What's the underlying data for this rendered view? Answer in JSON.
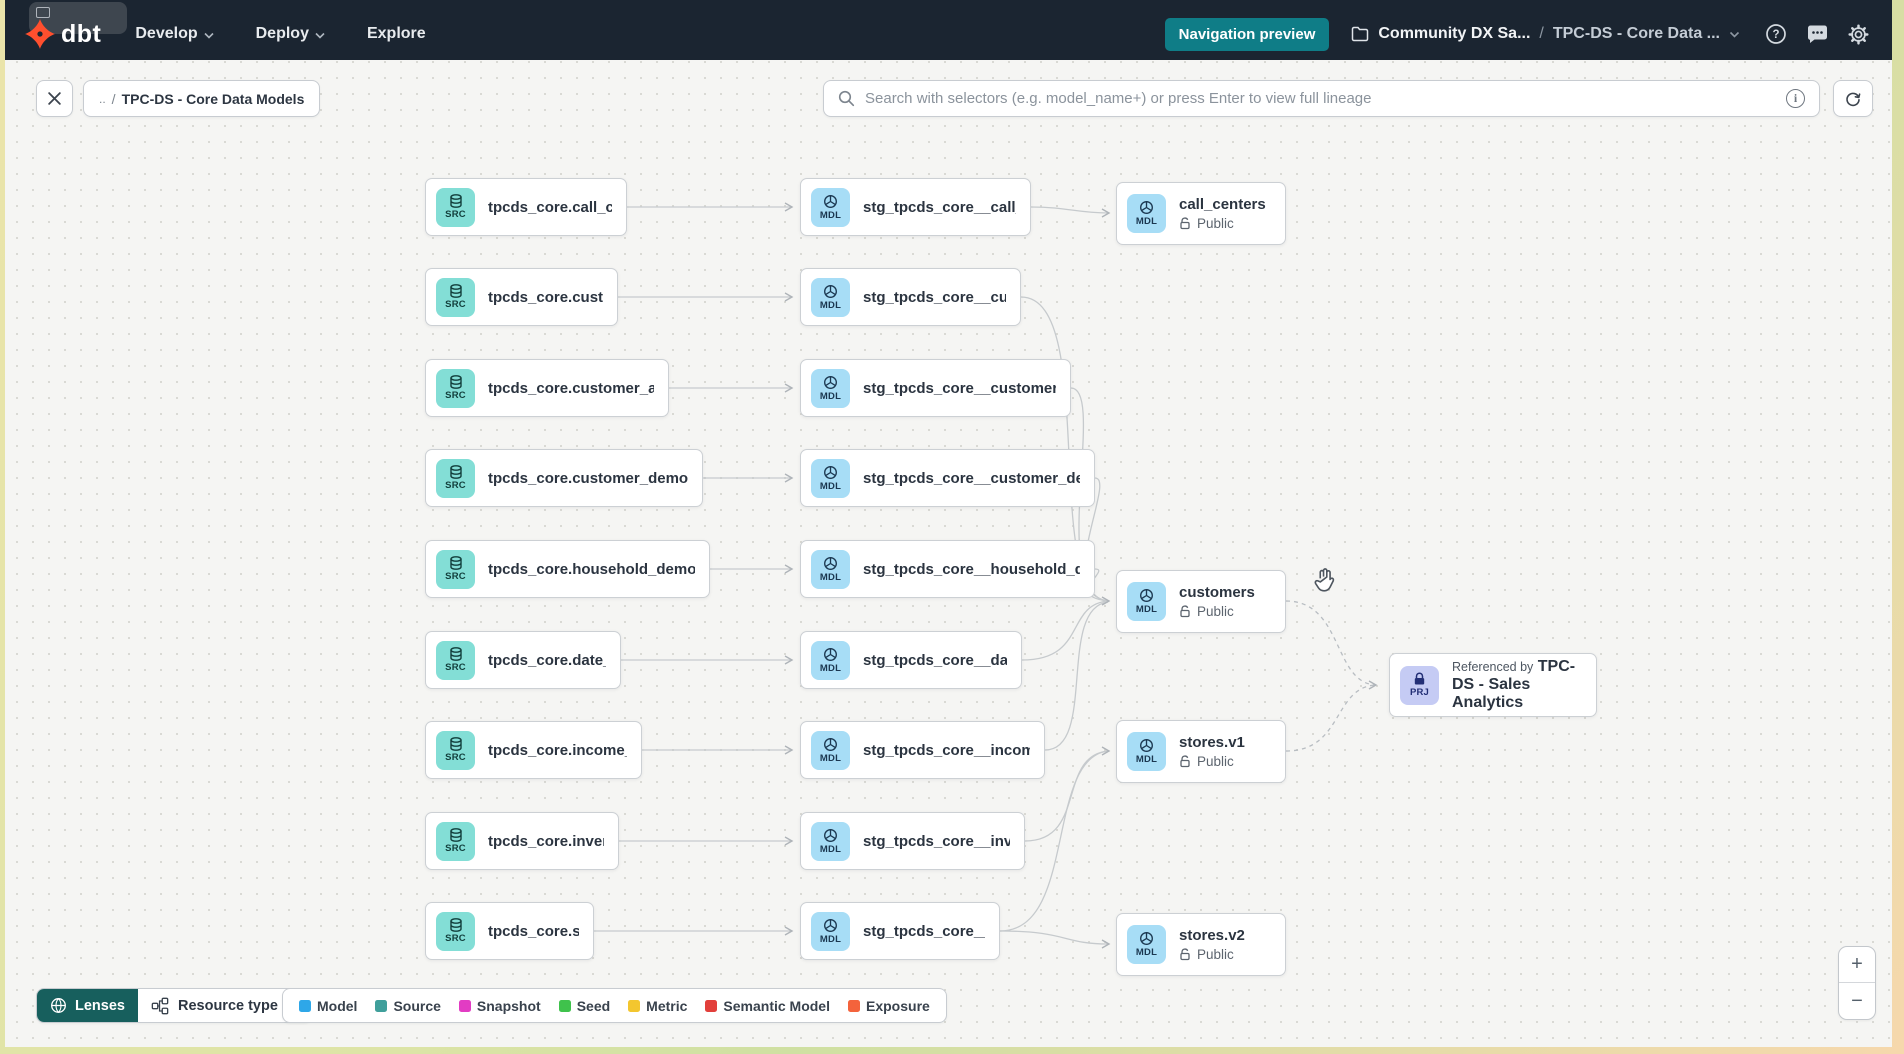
{
  "navbar": {
    "brand": "dbt",
    "menu": [
      {
        "label": "Develop"
      },
      {
        "label": "Deploy"
      },
      {
        "label": "Explore"
      }
    ],
    "preview_button": "Navigation preview",
    "breadcrumb": {
      "project": "Community DX Sa...",
      "separator": "/",
      "page": "TPC-DS - Core Data ..."
    }
  },
  "toolbar": {
    "path_prefix": "..",
    "path_separator": "/",
    "path_label": "TPC-DS - Core Data Models",
    "search_placeholder": "Search with selectors (e.g. model_name+) or press Enter to view full lineage"
  },
  "graph": {
    "badge_source": "SRC",
    "badge_model": "MDL",
    "badge_project": "PRJ",
    "sources": [
      "tpcds_core.call_center",
      "tpcds_core.customer",
      "tpcds_core.customer_address",
      "tpcds_core.customer_demographics",
      "tpcds_core.household_demographics",
      "tpcds_core.date_dim",
      "tpcds_core.income_band",
      "tpcds_core.inventory",
      "tpcds_core.store"
    ],
    "staging": [
      "stg_tpcds_core__call_center",
      "stg_tpcds_core__customer",
      "stg_tpcds_core__customer_address",
      "stg_tpcds_core__customer_demogra...",
      "stg_tpcds_core__household_demogr...",
      "stg_tpcds_core__date_dim",
      "stg_tpcds_core__income_band",
      "stg_tpcds_core__inventory",
      "stg_tpcds_core__store"
    ],
    "marts": [
      {
        "name": "call_centers",
        "visibility": "Public"
      },
      {
        "name": "customers",
        "visibility": "Public"
      },
      {
        "name": "stores.v1",
        "visibility": "Public"
      },
      {
        "name": "stores.v2",
        "visibility": "Public"
      }
    ],
    "project_node": {
      "title": "Referenced by",
      "name": "TPC-DS - Sales Analytics"
    }
  },
  "legend": {
    "lenses": "Lenses",
    "resource_type": "Resource type",
    "items": [
      {
        "label": "Model",
        "color": "#2ea7e8"
      },
      {
        "label": "Source",
        "color": "#3f9f9b"
      },
      {
        "label": "Snapshot",
        "color": "#e23cc3"
      },
      {
        "label": "Seed",
        "color": "#3fc24c"
      },
      {
        "label": "Metric",
        "color": "#f3c62f"
      },
      {
        "label": "Semantic Model",
        "color": "#e23f3b"
      },
      {
        "label": "Exposure",
        "color": "#f4633c"
      }
    ]
  },
  "zoom_controls": {
    "zoom_in": "+",
    "zoom_out": "−"
  },
  "colors": {
    "navbar_bg": "#1b2531",
    "brand_orange": "#ff4f2e",
    "preview_teal": "#0f7d87",
    "lenses_teal": "#175f5d",
    "source_badge": "#83ded6",
    "model_badge": "#a7ddf6",
    "project_badge": "#c5cbf4"
  }
}
